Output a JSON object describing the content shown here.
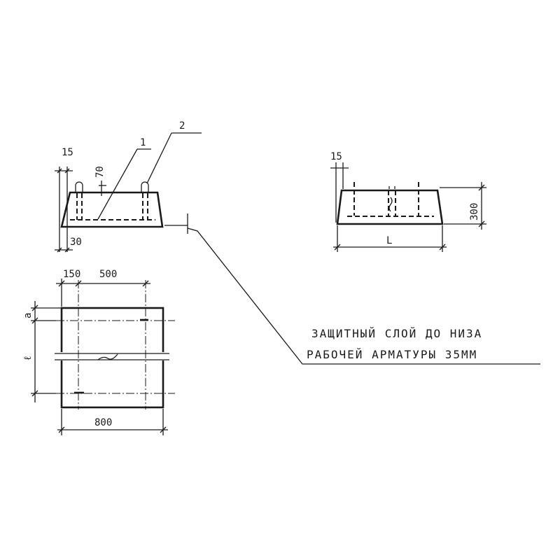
{
  "callouts": {
    "one": "1",
    "two": "2"
  },
  "side_view": {
    "dim_top": "15",
    "dim_height": "70",
    "dim_bottom": "30"
  },
  "long_view": {
    "dim_top": "15",
    "dim_height": "300",
    "dim_length": "L"
  },
  "plan_view": {
    "dim_left": "150",
    "dim_mid": "500",
    "dim_width": "800",
    "dim_a": "a",
    "dim_l": "ℓ"
  },
  "note": {
    "line1": "ЗАЩИТНЫЙ СЛОЙ ДО НИЗА",
    "line2": "РАБОЧЕЙ АРМАТУРЫ 35ММ"
  }
}
